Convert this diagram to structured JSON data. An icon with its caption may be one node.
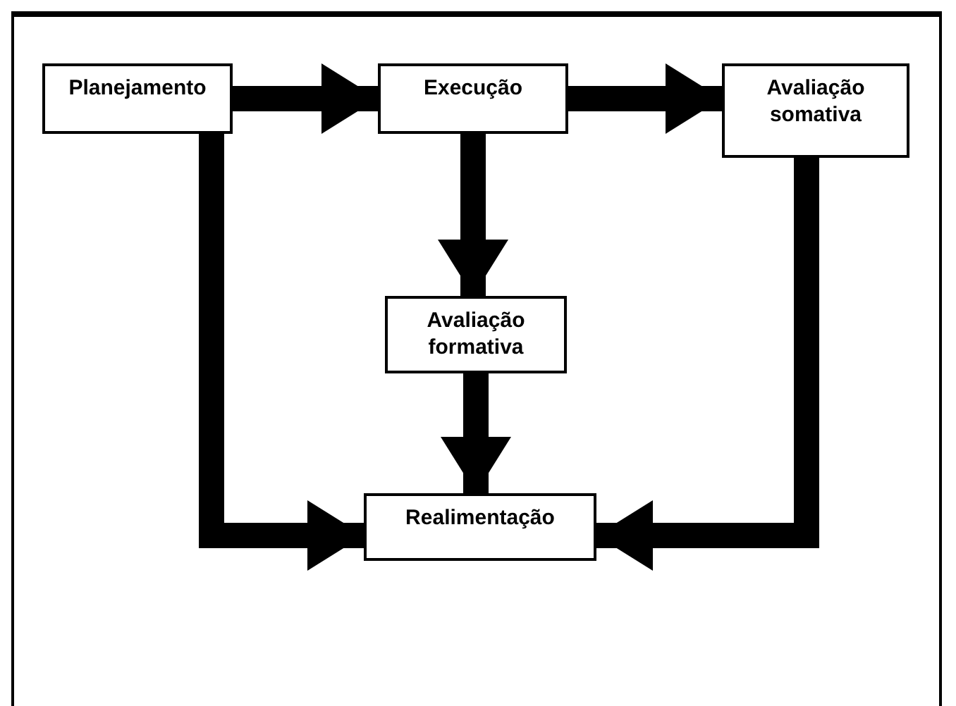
{
  "diagram": {
    "nodes": [
      {
        "text": [
          "Planejamento"
        ]
      },
      {
        "text": [
          "Execução"
        ]
      },
      {
        "text": [
          "Avaliação somativa"
        ]
      },
      {
        "text": [
          "Avaliação formativa"
        ]
      },
      {
        "text": [
          "Realimentação"
        ]
      }
    ],
    "edges": [
      {
        "from": 0,
        "to": 1,
        "arrow": "to"
      },
      {
        "from": 1,
        "to": 2,
        "arrow": "to"
      },
      {
        "from": 1,
        "to": 3,
        "arrow": "to"
      },
      {
        "from": 3,
        "to": 4,
        "arrow": "to"
      },
      {
        "from": 0,
        "to": 4,
        "arrow": "to"
      },
      {
        "from": 2,
        "to": 4,
        "arrow": "to"
      }
    ]
  }
}
